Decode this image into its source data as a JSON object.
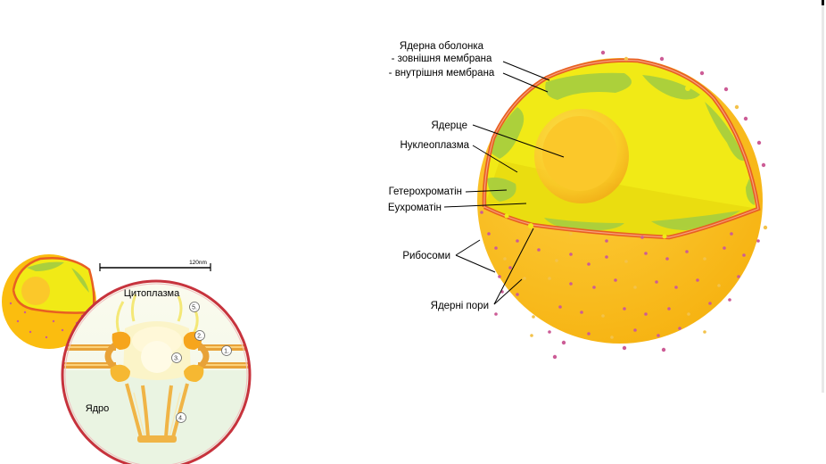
{
  "labels": {
    "envelope": "Ядерна оболонка",
    "outer_membrane": "- зовнішня мембрана",
    "inner_membrane": "- внутрішня мембрана",
    "nucleolus": "Ядерце",
    "nucleoplasm": "Нуклеоплазма",
    "heterochromatin": "Гетерохроматін",
    "euchromatin": "Еухроматін",
    "ribosomes": "Рибосоми",
    "nuclear_pores": "Ядерні пори"
  },
  "pore_detail": {
    "scale_label": "120nm",
    "cytoplasm_label": "Цитоплазма",
    "nucleus_label": "Ядро",
    "markers": [
      "1.",
      "2.",
      "3.",
      "4.",
      "5."
    ]
  },
  "colors": {
    "cytoplasm": "#fbbd0f",
    "nucleoplasm": "#f3ec10",
    "chromatin": "#a9cf3e",
    "envelope": "#e85f22",
    "ribosome": "#cc5c96",
    "inset_border": "#c7333d"
  }
}
